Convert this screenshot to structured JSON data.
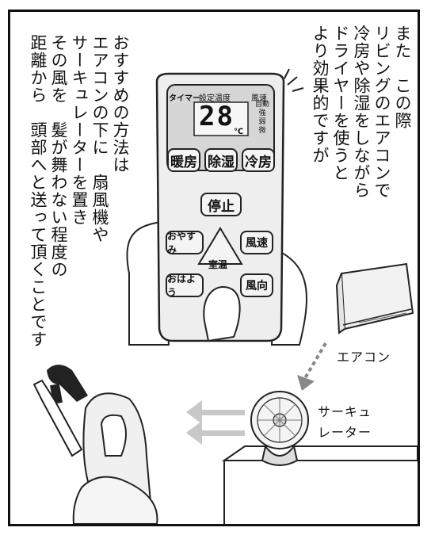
{
  "narration": {
    "intro": [
      "また　この際",
      "リビングのエアコンで",
      "冷房や除湿をしながら",
      "ドライヤーを使うと",
      "より効果的ですが"
    ],
    "recommend": [
      "おすすめの方法は",
      "エアコンの下に　扇風機や",
      "サーキュレーターを置き",
      "その風を　髪が舞わない程度の",
      "距離から　頭部へと送って頂くことです"
    ]
  },
  "remote": {
    "timer": "タイマー",
    "set_temp": "設定温度",
    "temp": "28",
    "unit": "℃",
    "fan_speed_label": "風速",
    "fan_levels": [
      "自動",
      "強",
      "弱",
      "微"
    ],
    "buttons": {
      "heat": "暖房",
      "dehumidify": "除湿",
      "cool": "冷房",
      "stop": "停止",
      "sleep": "おやすみ",
      "fan_speed": "風速",
      "room_temp": "室温",
      "wake": "おはよう",
      "direction": "風向"
    }
  },
  "labels": {
    "aircon": "エアコン",
    "circulator": [
      "サーキュ",
      "レーター"
    ]
  }
}
